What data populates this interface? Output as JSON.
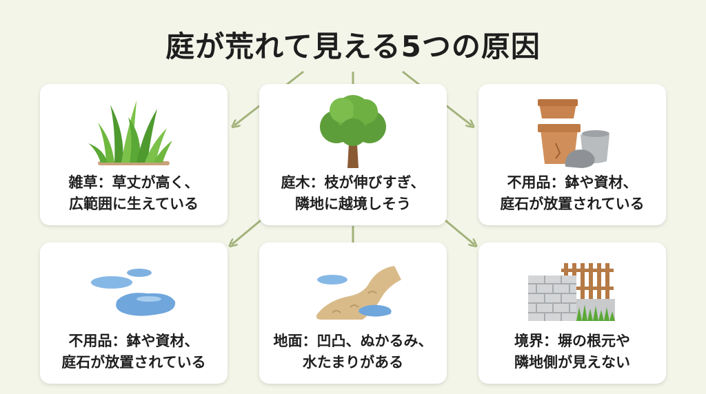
{
  "title": "庭が荒れて見える5つの原因",
  "colors": {
    "background": "#f3f5e9",
    "arrow": "#a2b27a",
    "card": "#ffffff",
    "text": "#1e1e1e"
  },
  "cards": [
    {
      "icon": "grass-icon",
      "line1": "雑草：草丈が高く、",
      "line2": "広範囲に生えている"
    },
    {
      "icon": "tree-icon",
      "line1": "庭木：枝が伸びすぎ、",
      "line2": "隣地に越境しそう"
    },
    {
      "icon": "pots-and-stones-icon",
      "line1": "不用品：鉢や資材、",
      "line2": "庭石が放置されている"
    },
    {
      "icon": "puddles-icon",
      "line1": "不用品：鉢や資材、",
      "line2": "庭石が放置されている"
    },
    {
      "icon": "muddy-path-icon",
      "line1": "地面：凹凸、ぬかるみ、",
      "line2": "水たまりがある"
    },
    {
      "icon": "fence-wall-icon",
      "line1": "境界：塀の根元や",
      "line2": "隣地側が見えない"
    }
  ]
}
